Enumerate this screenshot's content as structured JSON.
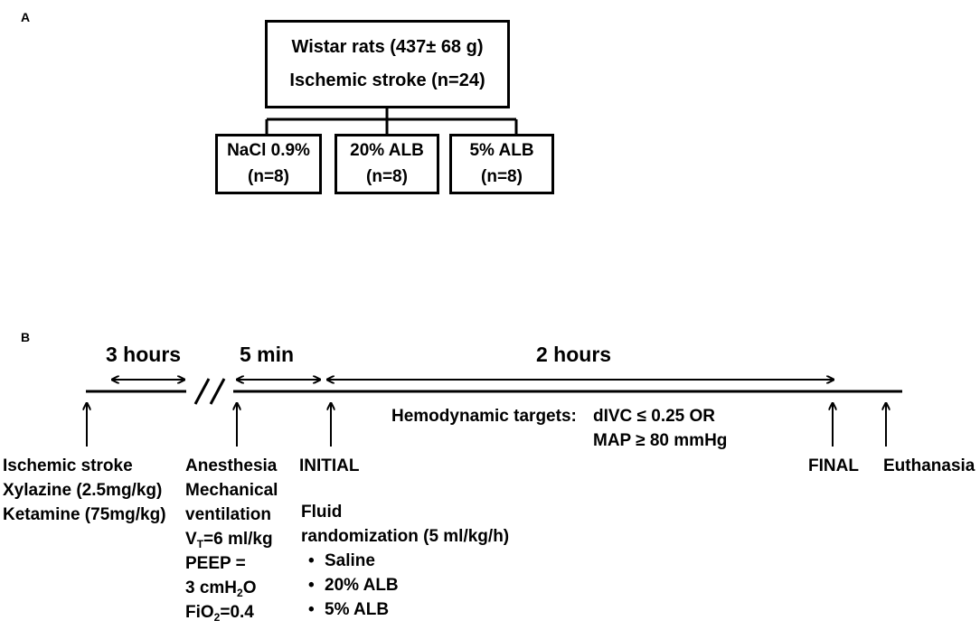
{
  "panel_a": {
    "label": "A",
    "main_box": {
      "line1": "Wistar rats  (437± 68 g)",
      "line2": "Ischemic stroke (n=24)"
    },
    "groups": [
      {
        "line1": "NaCl 0.9%",
        "line2": "(n=8)"
      },
      {
        "line1": "20% ALB",
        "line2": "(n=8)"
      },
      {
        "line1": "5% ALB",
        "line2": "(n=8)"
      }
    ]
  },
  "panel_b": {
    "label": "B",
    "durations": {
      "first": "3 hours",
      "second": "5 min",
      "third": "2 hours"
    },
    "break_mark": "//",
    "hemodynamic": {
      "label": "Hemodynamic targets:",
      "line1": "dIVC ≤ 0.25 OR",
      "line2": "MAP ≥ 80 mmHg"
    },
    "events": {
      "stroke": [
        "Ischemic stroke",
        "Xylazine (2.5mg/kg)",
        "Ketamine (75mg/kg)"
      ],
      "anesthesia": [
        "Anesthesia",
        "Mechanical",
        "ventilation"
      ],
      "vent": {
        "vt_prefix": "V",
        "vt_sub": "T",
        "vt_rest": "=6 ml/kg",
        "peep": "PEEP =",
        "p3_prefix": "3 cmH",
        "p3_sub": "2",
        "p3_rest": "O",
        "fio_prefix": "FiO",
        "fio_sub": "2",
        "fio_rest": "=0.4"
      },
      "initial": "INITIAL",
      "final": "FINAL",
      "euthanasia": "Euthanasia"
    },
    "fluid": {
      "line1": "Fluid",
      "line2": "randomization (5 ml/kg/h)",
      "bullet": "•",
      "items": [
        "Saline",
        "20% ALB",
        "5% ALB"
      ]
    }
  }
}
